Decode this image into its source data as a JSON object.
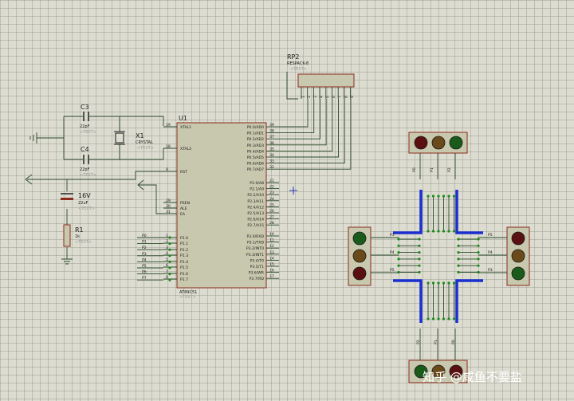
{
  "colors": {
    "background": "#dcdcd0",
    "grid": "#a0a090",
    "component_body": "#c8c8ae",
    "component_border": "#8a2b1e",
    "wire": "#2a4a2a",
    "road_border": "#1a2fd0",
    "light_red": "#5a1010",
    "light_yellow": "#6a4a1a",
    "light_green": "#1a5a1a",
    "junction": "#1e8a1e"
  },
  "ghost_text": "<TEXT>",
  "rp2": {
    "ref": "RP2",
    "value": "RESPACK-8",
    "pins": [
      "1",
      "2",
      "3",
      "4",
      "5",
      "6",
      "7",
      "8",
      "9"
    ]
  },
  "crystal_section": {
    "c3": {
      "ref": "C3",
      "value": "22pF"
    },
    "c4": {
      "ref": "C4",
      "value": "22pF"
    },
    "x1": {
      "ref": "X1",
      "value": "CRYSTAL"
    }
  },
  "reset_section": {
    "cap": {
      "label": "16V",
      "value": "22uF"
    },
    "r1": {
      "ref": "R1",
      "value": "1k"
    }
  },
  "mcu": {
    "ref": "U1",
    "part": "AT89C51",
    "left_pins": [
      {
        "num": "19",
        "name": "XTAL1"
      },
      {
        "num": "18",
        "name": "XTAL2"
      },
      {
        "num": "9",
        "name": "RST"
      },
      {
        "num": "29",
        "name": "PSEN"
      },
      {
        "num": "30",
        "name": "ALE"
      },
      {
        "num": "31",
        "name": "EA"
      },
      {
        "num": "1",
        "name": "P1.0"
      },
      {
        "num": "2",
        "name": "P1.1"
      },
      {
        "num": "3",
        "name": "P1.2"
      },
      {
        "num": "4",
        "name": "P1.3"
      },
      {
        "num": "5",
        "name": "P1.4"
      },
      {
        "num": "6",
        "name": "P1.5"
      },
      {
        "num": "7",
        "name": "P1.6"
      },
      {
        "num": "8",
        "name": "P1.7"
      }
    ],
    "right_pins_p0": [
      {
        "num": "39",
        "name": "P0.0/AD0"
      },
      {
        "num": "38",
        "name": "P0.1/AD1"
      },
      {
        "num": "37",
        "name": "P0.2/AD2"
      },
      {
        "num": "36",
        "name": "P0.3/AD3"
      },
      {
        "num": "35",
        "name": "P0.4/AD4"
      },
      {
        "num": "34",
        "name": "P0.5/AD5"
      },
      {
        "num": "33",
        "name": "P0.6/AD6"
      },
      {
        "num": "32",
        "name": "P0.7/AD7"
      }
    ],
    "right_pins_p2": [
      {
        "num": "21",
        "name": "P2.0/A8"
      },
      {
        "num": "22",
        "name": "P2.1/A9"
      },
      {
        "num": "23",
        "name": "P2.2/A10"
      },
      {
        "num": "24",
        "name": "P2.3/A11"
      },
      {
        "num": "25",
        "name": "P2.4/A12"
      },
      {
        "num": "26",
        "name": "P2.5/A13"
      },
      {
        "num": "27",
        "name": "P2.6/A14"
      },
      {
        "num": "28",
        "name": "P2.7/A15"
      }
    ],
    "right_pins_p3": [
      {
        "num": "10",
        "name": "P3.0/RXD"
      },
      {
        "num": "11",
        "name": "P3.1/TXD"
      },
      {
        "num": "12",
        "name": "P3.2/INT0"
      },
      {
        "num": "13",
        "name": "P3.3/INT1"
      },
      {
        "num": "14",
        "name": "P3.4/T0"
      },
      {
        "num": "15",
        "name": "P3.5/T1"
      },
      {
        "num": "16",
        "name": "P3.6/WR"
      },
      {
        "num": "17",
        "name": "P3.7/RD"
      }
    ]
  },
  "p1_net_labels": [
    "P0",
    "P1",
    "P2",
    "P3",
    "P4",
    "P5",
    "P6",
    "P7"
  ],
  "traffic": {
    "north_labels": [
      "P0",
      "P1",
      "P2"
    ],
    "west_labels": [
      "P3",
      "P4",
      "P5"
    ],
    "east_labels": [
      "P5",
      "P4",
      "P3"
    ],
    "south_labels": [
      "P2",
      "P1",
      "P0"
    ]
  },
  "watermark": "知乎 @咸鱼不要盐"
}
